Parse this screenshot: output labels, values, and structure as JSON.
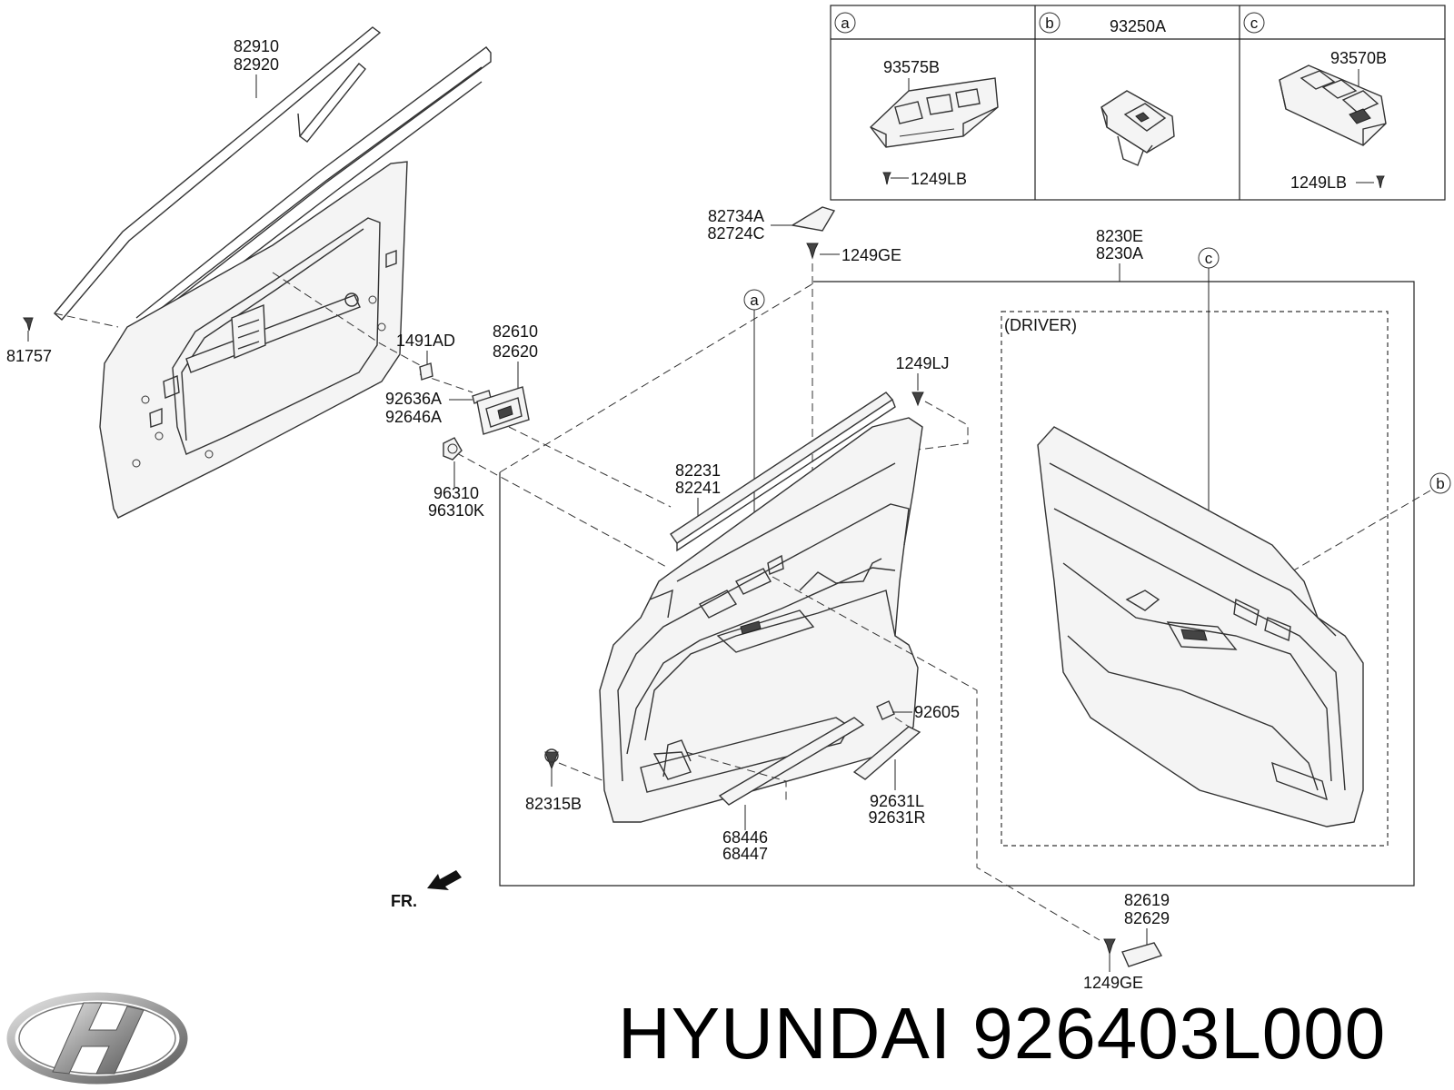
{
  "brand": {
    "name": "HYUNDAI",
    "part_number": "926403L000",
    "logo": "hyundai-logo"
  },
  "table": {
    "cells": [
      {
        "marker": "a",
        "code": "",
        "part": "93575B",
        "screw": "1249LB"
      },
      {
        "marker": "b",
        "code": "93250A",
        "part": "",
        "screw": ""
      },
      {
        "marker": "c",
        "code": "",
        "part": "93570B",
        "screw": "1249LB"
      }
    ]
  },
  "labels": {
    "l_82910": "82910",
    "l_82920": "82920",
    "l_81757": "81757",
    "l_1491AD": "1491AD",
    "l_82610": "82610",
    "l_82620": "82620",
    "l_92636A": "92636A",
    "l_92646A": "92646A",
    "l_96310": "96310",
    "l_96310K": "96310K",
    "l_82734A": "82734A",
    "l_82724C": "82724C",
    "l_1249GE_top": "1249GE",
    "l_8230E": "8230E",
    "l_8230A": "8230A",
    "l_1249LJ": "1249LJ",
    "l_82231": "82231",
    "l_82241": "82241",
    "l_92605": "92605",
    "l_82315B": "82315B",
    "l_92631L": "92631L",
    "l_92631R": "92631R",
    "l_68446": "68446",
    "l_68447": "68447",
    "l_82619": "82619",
    "l_82629": "82629",
    "l_1249GE_bot": "1249GE",
    "driver": "(DRIVER)",
    "front": "FR.",
    "callout_a": "a",
    "callout_b": "b",
    "callout_c": "c"
  }
}
